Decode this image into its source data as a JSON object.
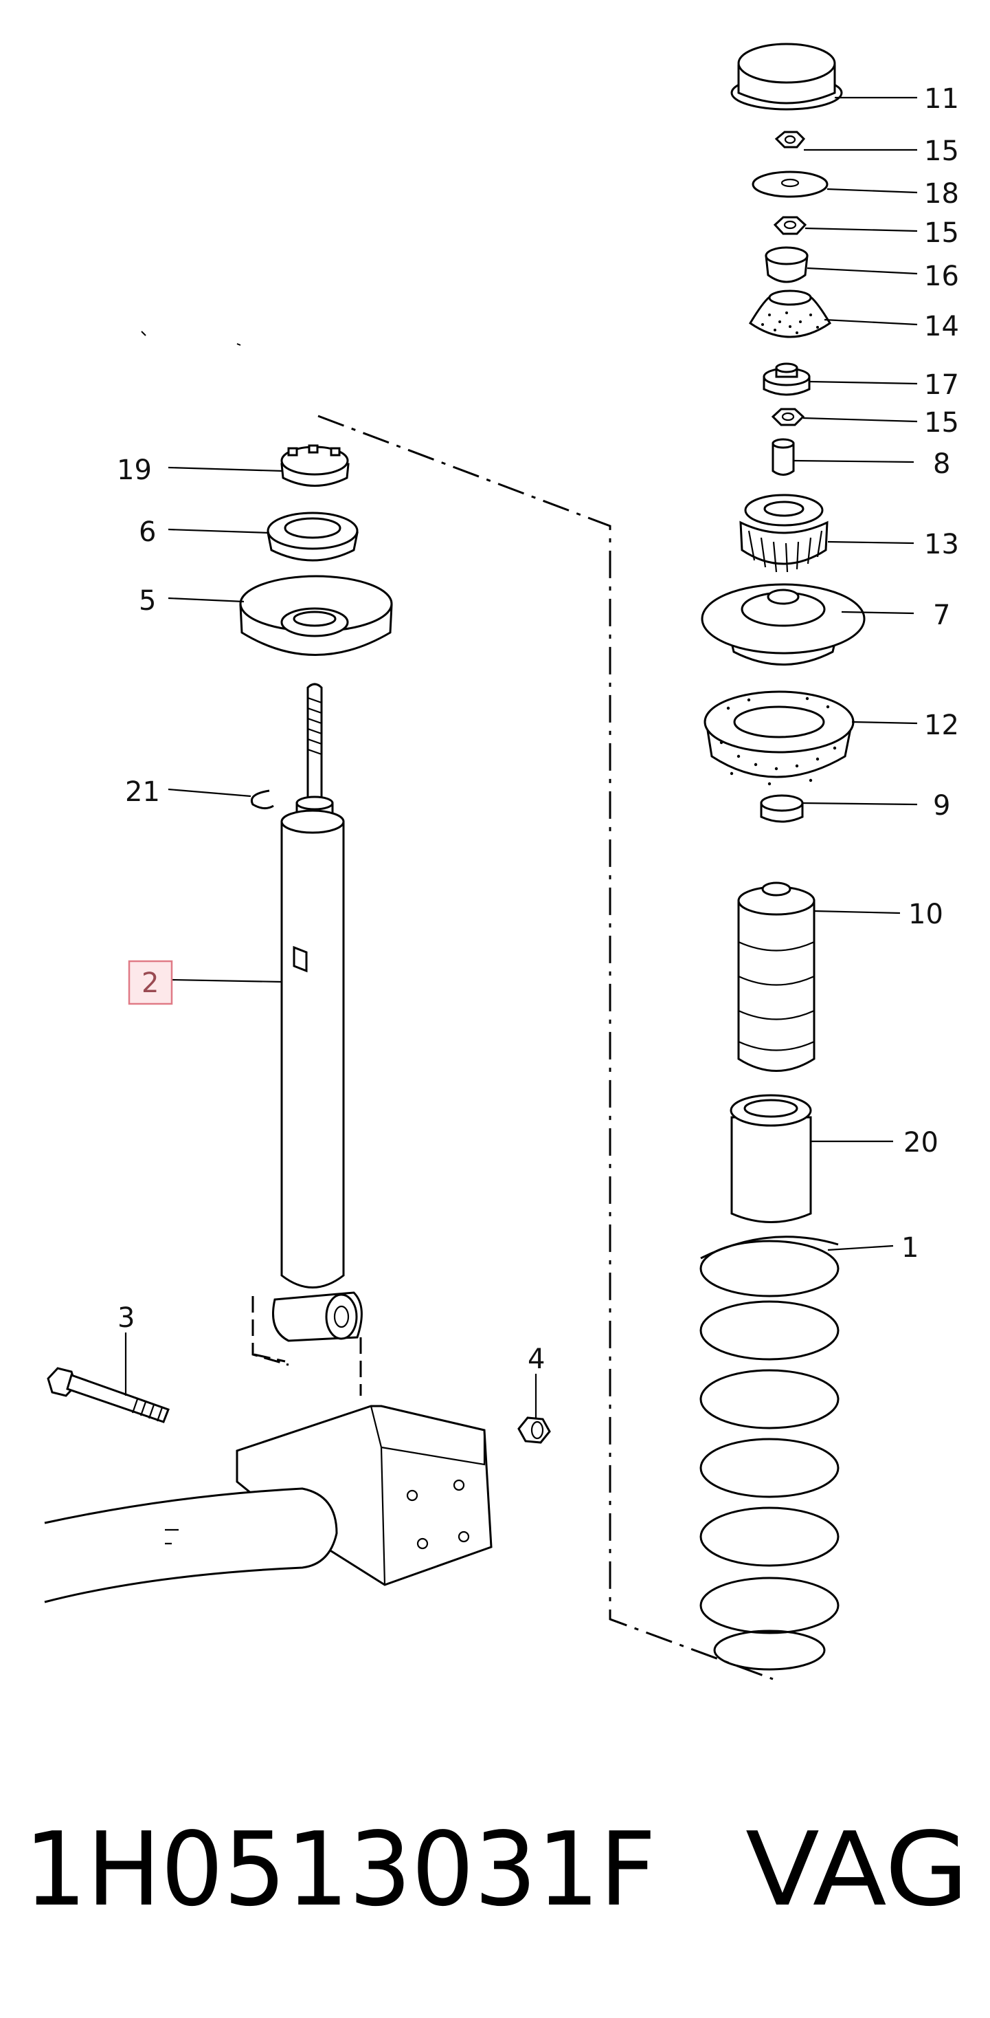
{
  "diagram": {
    "callouts": [
      "11",
      "15",
      "18",
      "15",
      "16",
      "14",
      "17",
      "15",
      "8",
      "13",
      "7",
      "12",
      "9",
      "10",
      "20",
      "1",
      "19",
      "6",
      "5",
      "21",
      "2",
      "3",
      "4"
    ],
    "highlighted_callout": "2",
    "highlight_color": "#fde8ea"
  },
  "footer": {
    "part_number": "1H0513031F",
    "brand": "VAG"
  }
}
